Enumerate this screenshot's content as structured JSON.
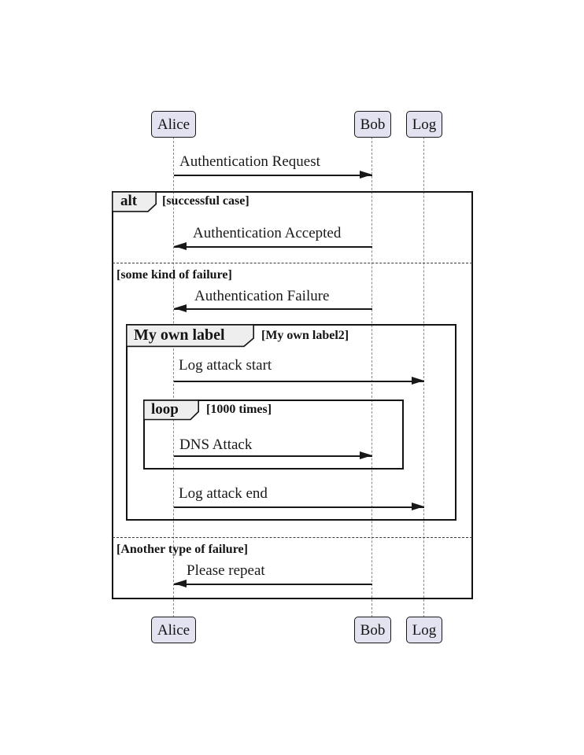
{
  "diagram_type": "uml-sequence-diagram",
  "participants": [
    {
      "name": "Alice"
    },
    {
      "name": "Bob"
    },
    {
      "name": "Log"
    }
  ],
  "messages": [
    {
      "label": "Authentication Request",
      "from": "Alice",
      "to": "Bob"
    },
    {
      "label": "Authentication Accepted",
      "from": "Bob",
      "to": "Alice"
    },
    {
      "label": "Authentication Failure",
      "from": "Bob",
      "to": "Alice"
    },
    {
      "label": "Log attack start",
      "from": "Alice",
      "to": "Log"
    },
    {
      "label": "DNS Attack",
      "from": "Alice",
      "to": "Bob"
    },
    {
      "label": "Log attack end",
      "from": "Alice",
      "to": "Log"
    },
    {
      "label": "Please repeat",
      "from": "Bob",
      "to": "Alice"
    }
  ],
  "fragments": {
    "alt": {
      "keyword": "alt",
      "guard_success": "[successful case]",
      "guard_failure": "[some kind of failure]",
      "guard_another": "[Another type of failure]"
    },
    "group": {
      "keyword": "My own label",
      "guard": "[My own label2]"
    },
    "loop": {
      "keyword": "loop",
      "guard": "[1000 times]"
    }
  },
  "colors": {
    "participant_fill": "#E2E2F0",
    "participant_border": "#181818",
    "fragment_label_fill": "#EEEEEE",
    "line": "#181818",
    "lifeline": "#8a8a8a"
  }
}
